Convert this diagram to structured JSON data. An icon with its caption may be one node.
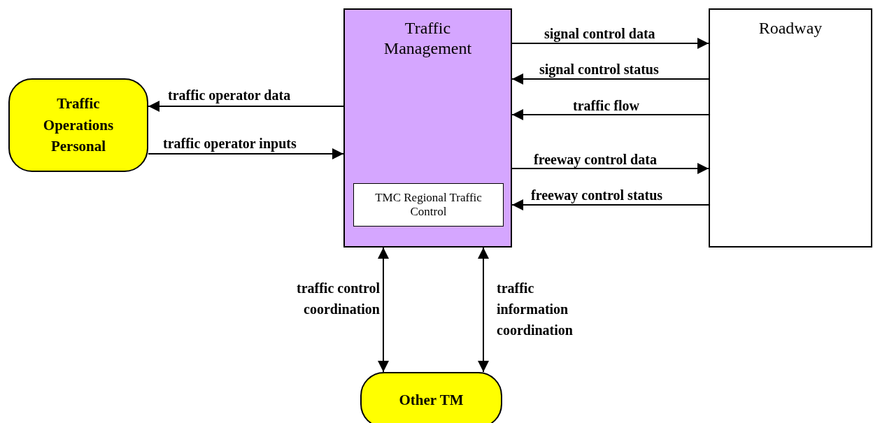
{
  "diagram": {
    "nodes": [
      {
        "text": [
          "Traffic Management"
        ]
      },
      {
        "text": [
          "TMC Regional Traffic Control"
        ],
        "in": 0
      },
      {
        "text": [
          "Roadway"
        ]
      },
      {
        "text": [
          "Traffic Operations Personal"
        ]
      },
      {
        "text": [
          "Other TM"
        ]
      }
    ],
    "edges": [
      {
        "from": 0,
        "to": 2,
        "arrow": "to",
        "label": "signal control data"
      },
      {
        "from": 2,
        "to": 0,
        "arrow": "to",
        "label": "signal control status"
      },
      {
        "from": 2,
        "to": 0,
        "arrow": "to",
        "label": "traffic flow"
      },
      {
        "from": 0,
        "to": 2,
        "arrow": "to",
        "label": "freeway control data"
      },
      {
        "from": 2,
        "to": 0,
        "arrow": "to",
        "label": "freeway control status"
      },
      {
        "from": 0,
        "to": 3,
        "arrow": "to",
        "label": "traffic operator data"
      },
      {
        "from": 3,
        "to": 0,
        "arrow": "to",
        "label": "traffic operator inputs"
      },
      {
        "from": 0,
        "to": 4,
        "arrow": "both",
        "label": "traffic control coordination"
      },
      {
        "from": 0,
        "to": 4,
        "arrow": "both",
        "label": "traffic information coordination"
      }
    ]
  }
}
